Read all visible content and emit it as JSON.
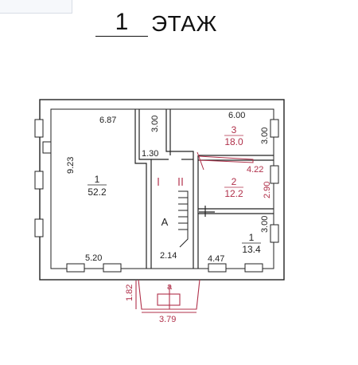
{
  "title": {
    "number": "1",
    "word": "ЭТАЖ"
  },
  "colors": {
    "wall": "#222222",
    "dim_black": "#222222",
    "dim_red": "#b0304a",
    "bg": "#ffffff"
  },
  "dimensions": {
    "room1_top": "6.87",
    "room1_side": "9.23",
    "room1_bottom": "5.20",
    "hall_notch_v": "3.00",
    "hall_notch_h": "1.30",
    "stair_width": "2.14",
    "room3_top": "6.00",
    "room3_side": "3.00",
    "room3_bottom": "4.22",
    "room2_side": "2.90",
    "room1b_side": "3.00",
    "room1b_bottom": "4.47",
    "porch_width": "3.79",
    "porch_depth": "1.82"
  },
  "rooms": [
    {
      "id": "r1",
      "number": "1",
      "area": "52.2",
      "color": "#222222"
    },
    {
      "id": "r3",
      "number": "3",
      "area": "18.0",
      "color": "#b0304a"
    },
    {
      "id": "r2",
      "number": "2",
      "area": "12.2",
      "color": "#b0304a"
    },
    {
      "id": "r1b",
      "number": "1",
      "area": "13.4",
      "color": "#222222"
    }
  ],
  "labels": {
    "stair": "А",
    "porch": "а",
    "door_mark": "I"
  }
}
